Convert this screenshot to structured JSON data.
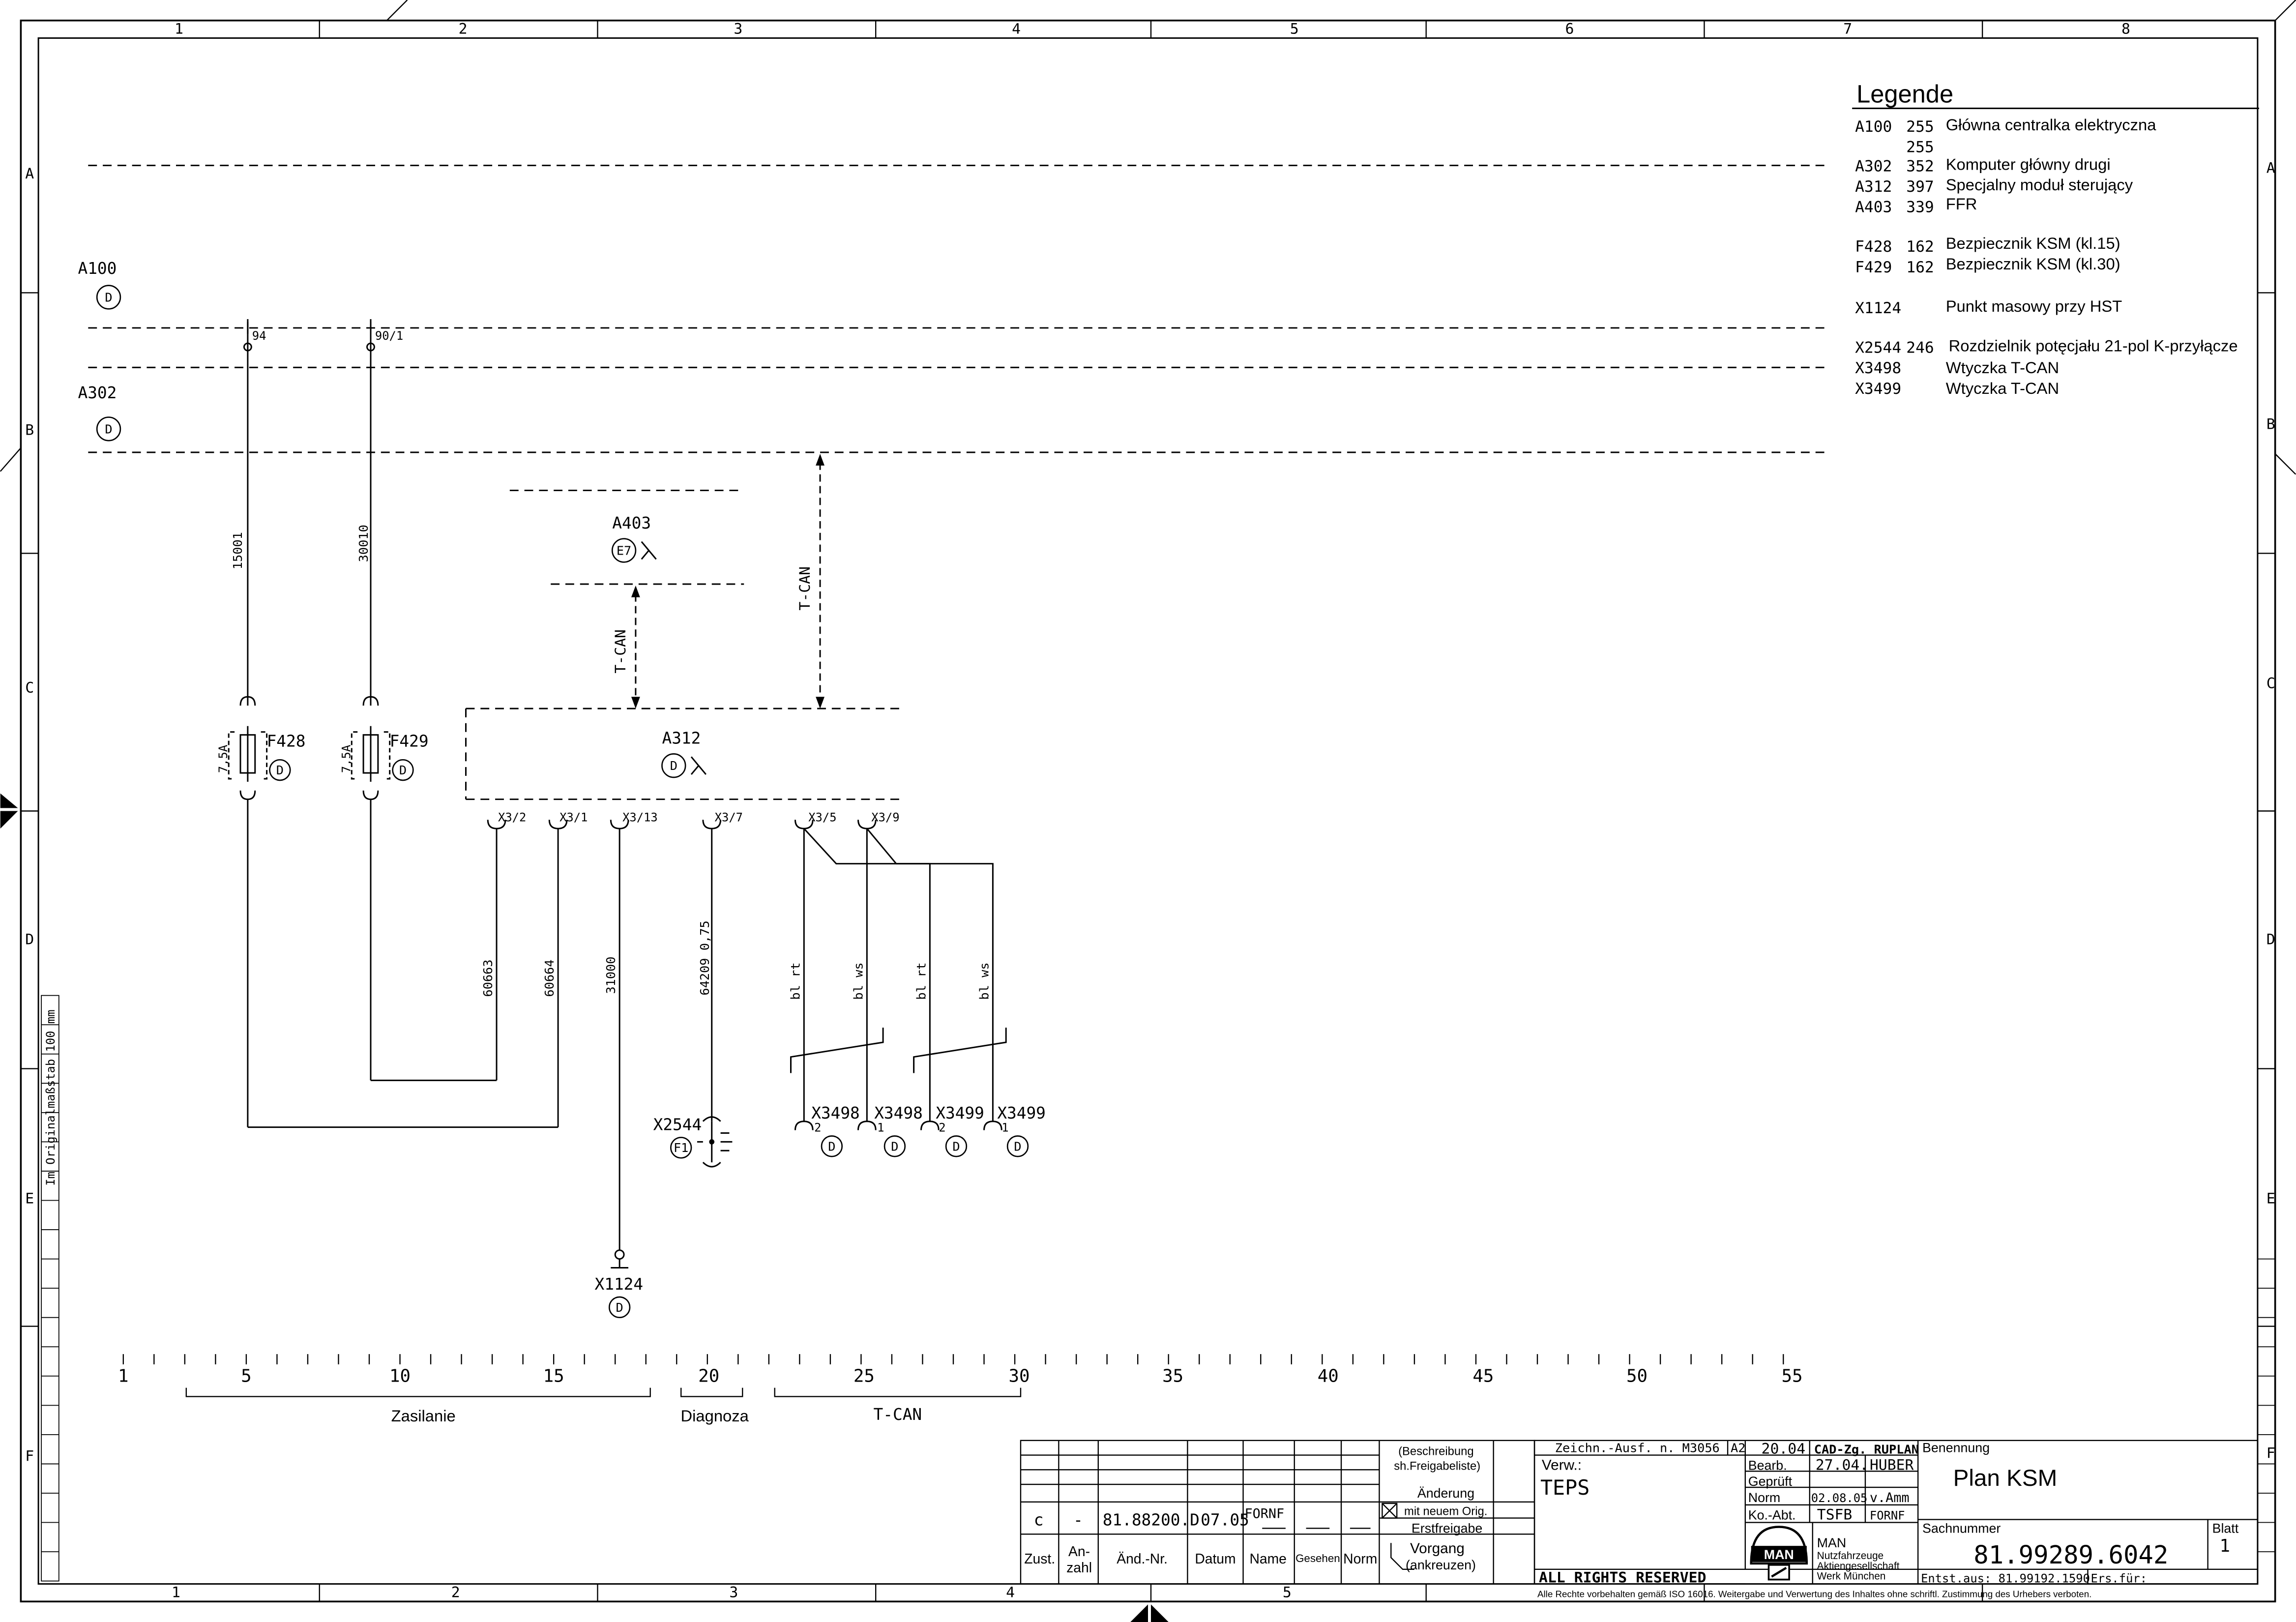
{
  "frame": {
    "columns": [
      "1",
      "2",
      "3",
      "4",
      "5",
      "6",
      "7",
      "8"
    ],
    "rows": [
      "A",
      "B",
      "C",
      "D",
      "E",
      "F"
    ],
    "side_label": "Im Originalmaßstab 100 mm"
  },
  "legend": {
    "title": "Legende",
    "entries": [
      {
        "code": "A100",
        "num": "255",
        "num2": "255",
        "desc": "Główna centralka elektryczna"
      },
      {
        "code": "A302",
        "num": "352",
        "desc": "Komputer główny drugi"
      },
      {
        "code": "A312",
        "num": "397",
        "desc": "Specjalny moduł sterujący"
      },
      {
        "code": "A403",
        "num": "339",
        "desc": "FFR"
      },
      {
        "code": "F428",
        "num": "162",
        "desc": "Bezpiecznik KSM (kl.15)"
      },
      {
        "code": "F429",
        "num": "162",
        "desc": "Bezpiecznik KSM (kl.30)"
      },
      {
        "code": "X1124",
        "num": "",
        "desc": "Punkt masowy przy HST"
      },
      {
        "code": "X2544",
        "num": "246",
        "desc": "Rozdzielnik potęcjału 21-pol K-przyłącze"
      },
      {
        "code": "X3498",
        "num": "",
        "desc": "Wtyczka T-CAN"
      },
      {
        "code": "X3499",
        "num": "",
        "desc": "Wtyczka T-CAN"
      }
    ]
  },
  "components": {
    "a100": {
      "label": "A100",
      "badge": "D",
      "pin_a": "94",
      "pin_b": "90/1"
    },
    "a302": {
      "label": "A302",
      "badge": "D"
    },
    "a403": {
      "label": "A403",
      "badge": "E7"
    },
    "a312": {
      "label": "A312",
      "badge": "D"
    },
    "f428": {
      "label": "F428",
      "rating": "7,5A",
      "badge": "D"
    },
    "f429": {
      "label": "F429",
      "rating": "7,5A",
      "badge": "D"
    },
    "x2544": {
      "label": "X2544",
      "badge": "F1"
    },
    "x1124": {
      "label": "X1124",
      "badge": "D"
    },
    "x3498a": {
      "label": "X3498",
      "pin": "2",
      "badge": "D"
    },
    "x3498b": {
      "label": "X3498",
      "pin": "1",
      "badge": "D"
    },
    "x3499a": {
      "label": "X3499",
      "pin": "2",
      "badge": "D"
    },
    "x3499b": {
      "label": "X3499",
      "pin": "1",
      "badge": "D"
    }
  },
  "wires": {
    "w15001": "15001",
    "w30010": "30010",
    "w60663": "60663",
    "w60664": "60664",
    "w31000": "31000",
    "w64209": "64209  0,75",
    "c1": "bl rt",
    "c2": "bl ws",
    "c3": "bl rt",
    "c4": "bl ws",
    "tcan1": "T-CAN",
    "tcan2": "T-CAN"
  },
  "pins": [
    "X3/2",
    "X3/1",
    "X3/13",
    "X3/7",
    "X3/5",
    "X3/9"
  ],
  "scale": {
    "labels": [
      "1",
      "5",
      "10",
      "15",
      "20",
      "25",
      "30",
      "35",
      "40",
      "45",
      "50",
      "55"
    ],
    "groups": [
      "Zasilanie",
      "Diagnoza",
      "T-CAN"
    ]
  },
  "revision_block": {
    "row": {
      "zust": "c",
      "anzahl": "-",
      "aend_nr": "81.88200.D",
      "datum": "07.05",
      "name": "FORNF"
    },
    "headers": {
      "zust": "Zust.",
      "anzahl_1": "An-",
      "anzahl_2": "zahl",
      "aend": "Änd.-Nr.",
      "datum": "Datum",
      "name": "Name",
      "gesehen": "Gesehen",
      "norm": "Norm"
    },
    "notes": {
      "beschreibung_1": "(Beschreibung",
      "beschreibung_2": "sh.Freigabeliste)",
      "aenderung": "Änderung",
      "mit_neuem": "mit neuem Orig.",
      "erstfreigabe": "Erstfreigabe",
      "vorgang_1": "Vorgang",
      "vorgang_2": "(ankreuzen)"
    }
  },
  "title_block": {
    "zeichn": "Zeichn.-Ausf. n. M3056",
    "format": "A2",
    "verw_label": "Verw.:",
    "verw": "TEPS",
    "zeichn_date": "20.04",
    "cad": "CAD-Zg. RUPLAN",
    "bearb_label": "Bearb.",
    "bearb_date": "27.04.",
    "bearb_name": "HUBER",
    "geprueft_label": "Geprüft",
    "norm_label": "Norm",
    "norm_date": "02.08.05",
    "norm_name": "v.Amm",
    "koabt_label": "Ko.-Abt.",
    "koabt": "TSFB",
    "koabt_name": "FORNF",
    "benennung_label": "Benennung",
    "benennung": "Plan KSM",
    "sachnummer_label": "Sachnummer",
    "sachnummer": "81.99289.6042",
    "blatt_label": "Blatt",
    "blatt": "1",
    "company_1": "MAN",
    "company_2": "Nutzfahrzeuge",
    "company_3": "Aktiengesellschaft",
    "company_4": "Werk München",
    "logo": "MAN",
    "entst": "Entst.aus: 81.99192.1590",
    "ers": "Ers.für:",
    "rights": "ALL RIGHTS RESERVED",
    "copyright": "Alle Rechte vorbehalten gemäß ISO 16016. Weitergabe und Verwertung des Inhaltes ohne schriftl. Zustimmung des Urhebers verboten."
  }
}
